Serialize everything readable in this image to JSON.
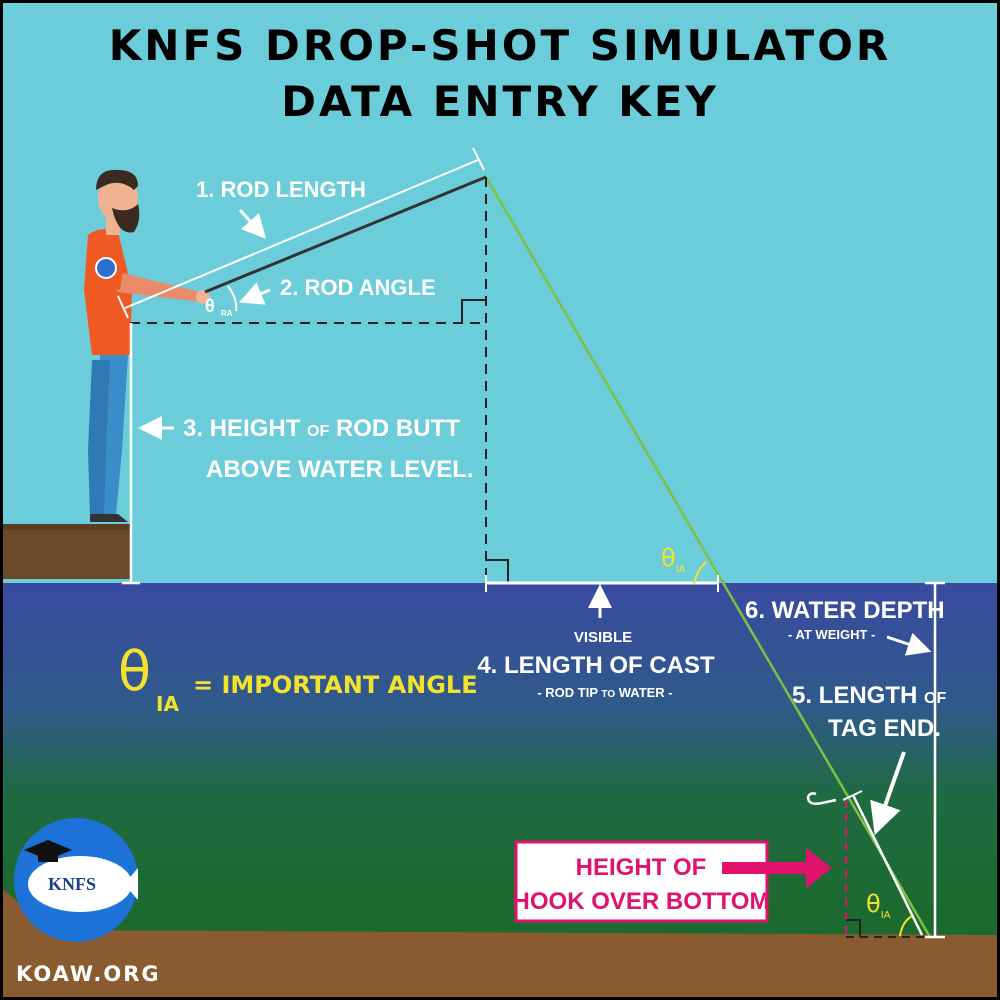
{
  "title": {
    "line1": "KNFS DROP-SHOT SIMULATOR",
    "line2": "DATA ENTRY KEY"
  },
  "labels": {
    "rod_length": "1. ROD LENGTH",
    "rod_angle": "2. ROD ANGLE",
    "rod_angle_symbol": "θ",
    "rod_angle_sub": "RA",
    "height_line1_a": "3. HEIGHT ",
    "height_line1_of": "OF",
    "height_line1_b": " ROD BUTT",
    "height_line2": "ABOVE WATER LEVEL.",
    "visible": "VISIBLE",
    "cast_number": "4.",
    "cast_label": "LENGTH OF CAST",
    "cast_sub_a": "- ROD TIP ",
    "cast_sub_to": "TO",
    "cast_sub_b": " WATER -",
    "water_depth": "6. WATER DEPTH",
    "water_depth_sub": "- AT WEIGHT -",
    "tag_line1_a": "5. LENGTH ",
    "tag_line1_of": "OF",
    "tag_line2": "TAG END.",
    "ia_symbol": "θ",
    "ia_sub": "IA",
    "ia_legend": "= IMPORTANT ANGLE",
    "hook_line1": "HEIGHT OF",
    "hook_line2": "HOOK OVER BOTTOM",
    "logo_text": "KNFS",
    "website": "KOAW.ORG"
  },
  "colors": {
    "sky": "#6cccdb",
    "water_top": "#3a4d9e",
    "water_bottom": "#1e6b2f",
    "ground": "#8a5a30",
    "dock": "#6b4a2a",
    "line": "#7cc242",
    "accent_yellow": "#f2e22e",
    "accent_pink": "#e0126e"
  }
}
